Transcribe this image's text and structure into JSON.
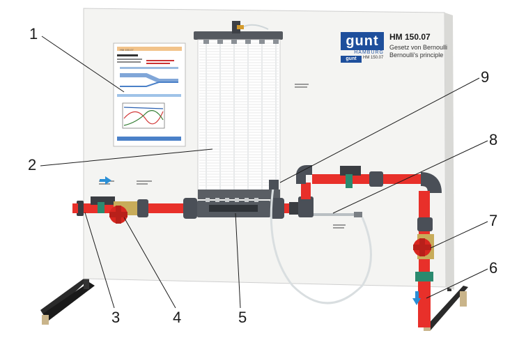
{
  "brand": {
    "logo": "gunt",
    "city": "HAMBURG",
    "model": "HM 150.07",
    "line_de": "Gesetz von Bernoulli",
    "line_en": "Bernoulli's principle"
  },
  "poster": {
    "model": "HM 150.07"
  },
  "callouts": [
    "1",
    "2",
    "3",
    "4",
    "5",
    "6",
    "7",
    "8",
    "9"
  ],
  "colors": {
    "pipe": "#e8302a",
    "valve": "#d8261f",
    "fitting": "#4a4f57",
    "clamp": "#2b8a6f",
    "flow_arrow": "#2a8fd6",
    "board": "#f4f4f2",
    "brand": "#1e4f9c"
  },
  "icons": {
    "inlet_arrow": "arrow-right-icon",
    "outlet_arrow": "arrow-down-icon"
  }
}
